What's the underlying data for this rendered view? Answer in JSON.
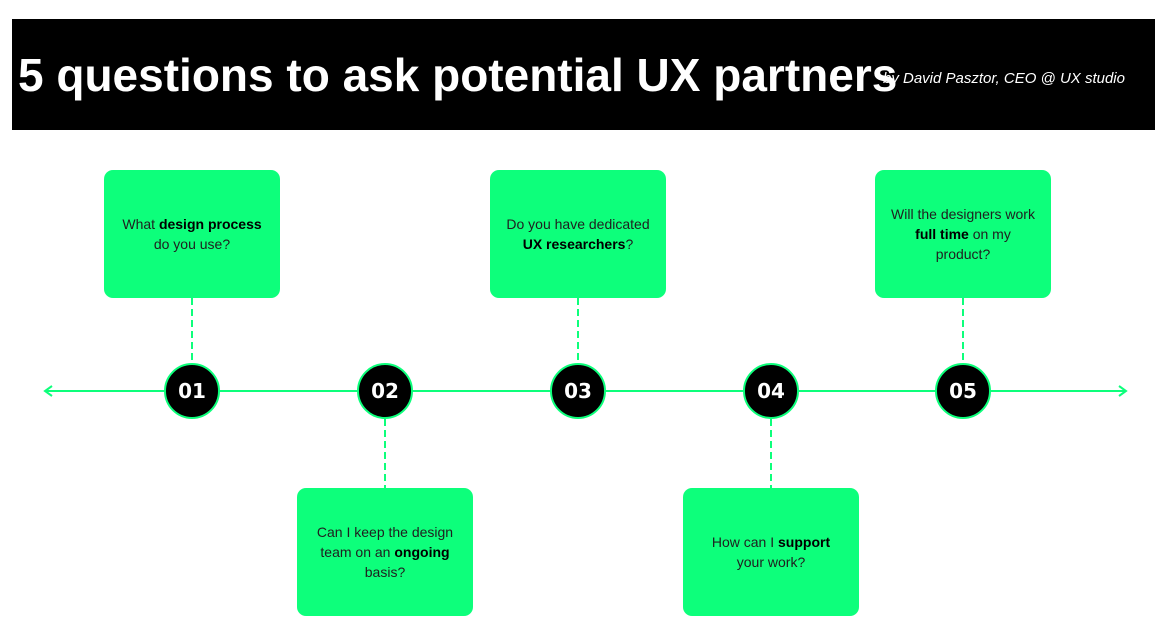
{
  "header": {
    "title": "5 questions to ask potential UX partners",
    "byline": "by David Pasztor, CEO @ UX studio"
  },
  "colors": {
    "accent": "#0dff7b",
    "card_bg": "#0dff7b",
    "node_bg": "#000000",
    "node_text": "#ffffff",
    "header_bg": "#000000"
  },
  "steps": [
    {
      "number": "01",
      "position": "above",
      "segments": [
        {
          "text": "What ",
          "bold": false
        },
        {
          "text": "design process",
          "bold": true
        },
        {
          "text": " do you use?",
          "bold": false
        }
      ]
    },
    {
      "number": "02",
      "position": "below",
      "segments": [
        {
          "text": "Can I keep the design team on an ",
          "bold": false
        },
        {
          "text": "ongoing",
          "bold": true
        },
        {
          "text": " basis?",
          "bold": false
        }
      ]
    },
    {
      "number": "03",
      "position": "above",
      "segments": [
        {
          "text": "Do you have dedicated ",
          "bold": false
        },
        {
          "text": "UX researchers",
          "bold": true
        },
        {
          "text": "?",
          "bold": false
        }
      ]
    },
    {
      "number": "04",
      "position": "below",
      "segments": [
        {
          "text": "How can I ",
          "bold": false
        },
        {
          "text": "support",
          "bold": true
        },
        {
          "text": " your work?",
          "bold": false
        }
      ]
    },
    {
      "number": "05",
      "position": "above",
      "segments": [
        {
          "text": "Will the designers work ",
          "bold": false
        },
        {
          "text": "full time",
          "bold": true
        },
        {
          "text": " on my product?",
          "bold": false
        }
      ]
    }
  ]
}
